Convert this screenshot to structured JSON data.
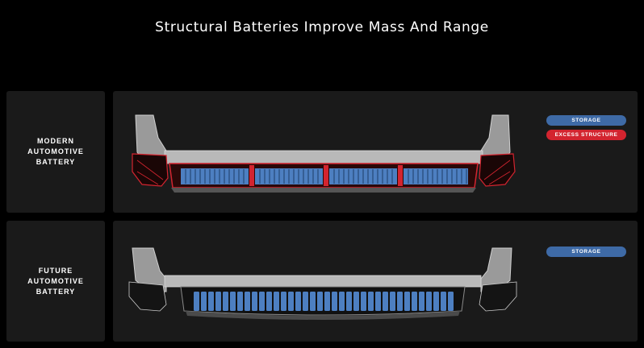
{
  "title": "Structural Batteries Improve Mass And Range",
  "rows": [
    {
      "label": "MODERN\nAUTOMOTIVE\nBATTERY",
      "legend": [
        {
          "text": "STORAGE",
          "kind": "storage"
        },
        {
          "text": "EXCESS STRUCTURE",
          "kind": "excess"
        }
      ]
    },
    {
      "label": "FUTURE\nAUTOMOTIVE\nBATTERY",
      "legend": [
        {
          "text": "STORAGE",
          "kind": "storage"
        }
      ]
    }
  ],
  "colors": {
    "storage": "#3e6aa6",
    "excess": "#d3242f",
    "cell": "#4d7fc1",
    "structure": "#b9b9b9",
    "card": "#1a1a1a"
  }
}
